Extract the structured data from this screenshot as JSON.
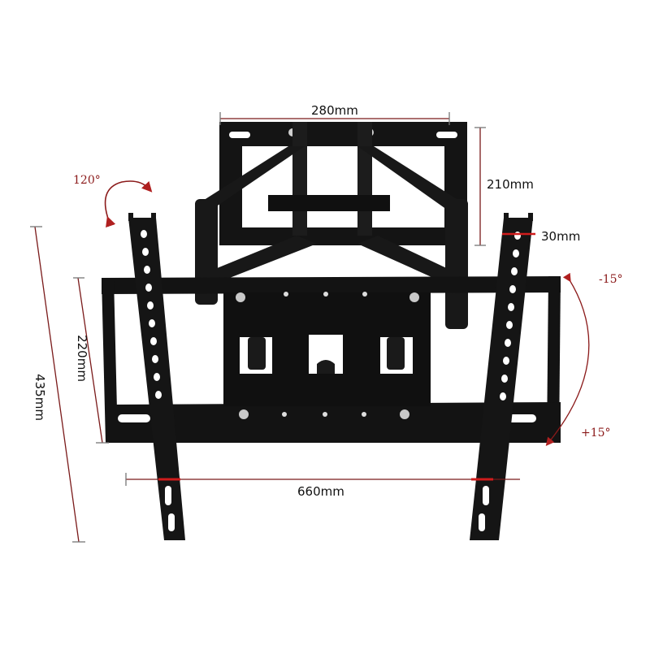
{
  "subject": "Full-motion TV wall mount bracket",
  "colors": {
    "background": "#ffffff",
    "steel": "#121212",
    "steel_highlight": "#2c2c2c",
    "dimension_line": "#7a1a1a",
    "dimension_accent": "#d01c1c",
    "bolt": "#c9c9c9"
  },
  "dimensions": {
    "wall_plate_width": "280mm",
    "wall_plate_height": "210mm",
    "rail_width": "30mm",
    "vesa_horizontal": "660mm",
    "vesa_vertical_inner": "220mm",
    "rail_length": "435mm"
  },
  "angles": {
    "swivel": "120°",
    "tilt_up": "-15°",
    "tilt_down": "+15°"
  }
}
